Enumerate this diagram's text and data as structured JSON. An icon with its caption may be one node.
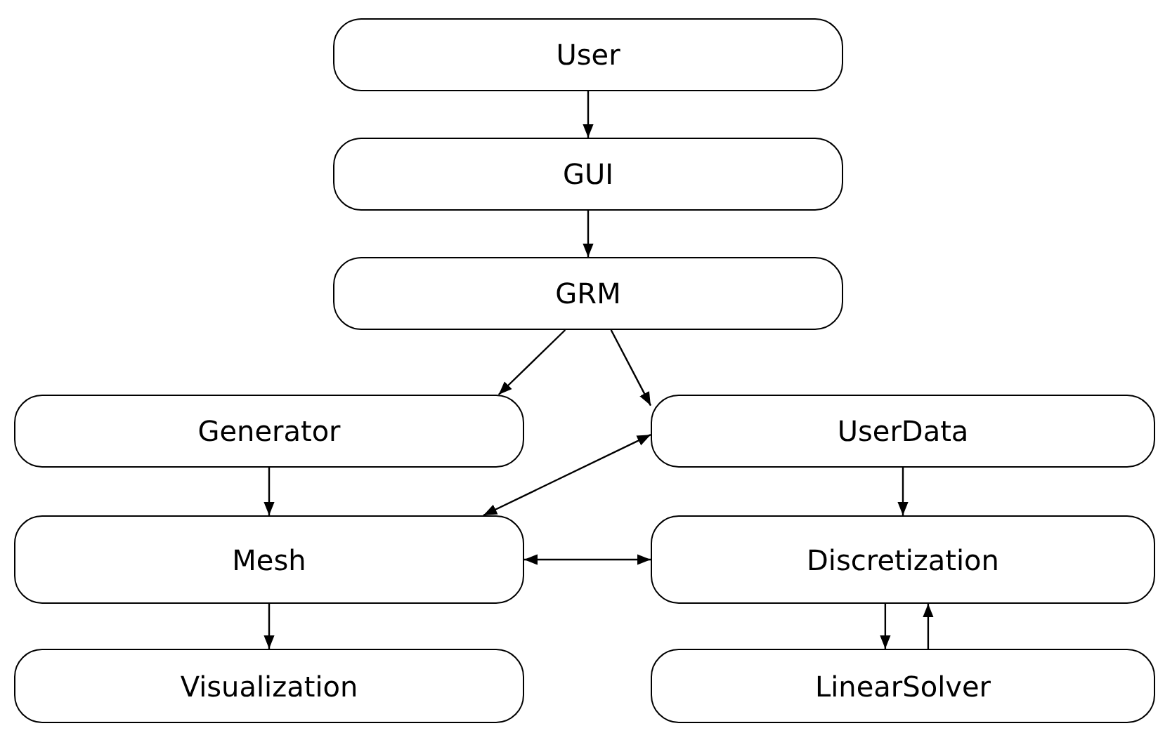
{
  "diagram": {
    "nodes": [
      {
        "text": [
          "User"
        ]
      },
      {
        "text": [
          "GUI"
        ]
      },
      {
        "text": [
          "GRM"
        ]
      },
      {
        "text": [
          "Generator"
        ]
      },
      {
        "text": [
          "UserData"
        ]
      },
      {
        "text": [
          "Mesh"
        ]
      },
      {
        "text": [
          "Discretization"
        ]
      },
      {
        "text": [
          "Visualization"
        ]
      },
      {
        "text": [
          "LinearSolver"
        ]
      }
    ],
    "edges": [
      {
        "from": 0,
        "to": 1,
        "arrow": "to"
      },
      {
        "from": 1,
        "to": 2,
        "arrow": "to"
      },
      {
        "from": 2,
        "to": 3,
        "arrow": "to"
      },
      {
        "from": 2,
        "to": 4,
        "arrow": "to"
      },
      {
        "from": 4,
        "to": 5,
        "arrow": "both"
      },
      {
        "from": 3,
        "to": 5,
        "arrow": "to"
      },
      {
        "from": 4,
        "to": 6,
        "arrow": "to"
      },
      {
        "from": 5,
        "to": 6,
        "arrow": "both"
      },
      {
        "from": 6,
        "to": 8,
        "arrow": "to"
      },
      {
        "from": 8,
        "to": 6,
        "arrow": "to"
      },
      {
        "from": 5,
        "to": 7,
        "arrow": "to"
      }
    ]
  }
}
